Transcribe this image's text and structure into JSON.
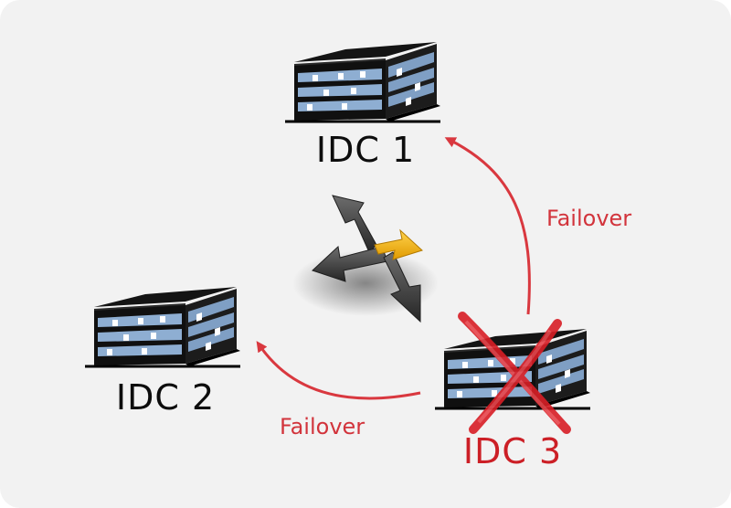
{
  "datacenters": [
    {
      "id": "idc1",
      "label": "IDC 1",
      "status": "active"
    },
    {
      "id": "idc2",
      "label": "IDC 2",
      "status": "active"
    },
    {
      "id": "idc3",
      "label": "IDC 3",
      "status": "failed"
    }
  ],
  "failover_arrows": [
    {
      "from": "idc3",
      "to": "idc1",
      "label": "Failover"
    },
    {
      "from": "idc3",
      "to": "idc2",
      "label": "Failover"
    }
  ],
  "icons": {
    "building": "building-icon",
    "failure_mark": "red-x-icon",
    "center": "multi-direction-arrows-icon"
  },
  "colors": {
    "background": "#f2f2f2",
    "failover_arrow": "#d9383f",
    "failed_label": "#cc1f26",
    "building_stripe": "#7f9fc4",
    "center_accent": "#f5b800"
  }
}
